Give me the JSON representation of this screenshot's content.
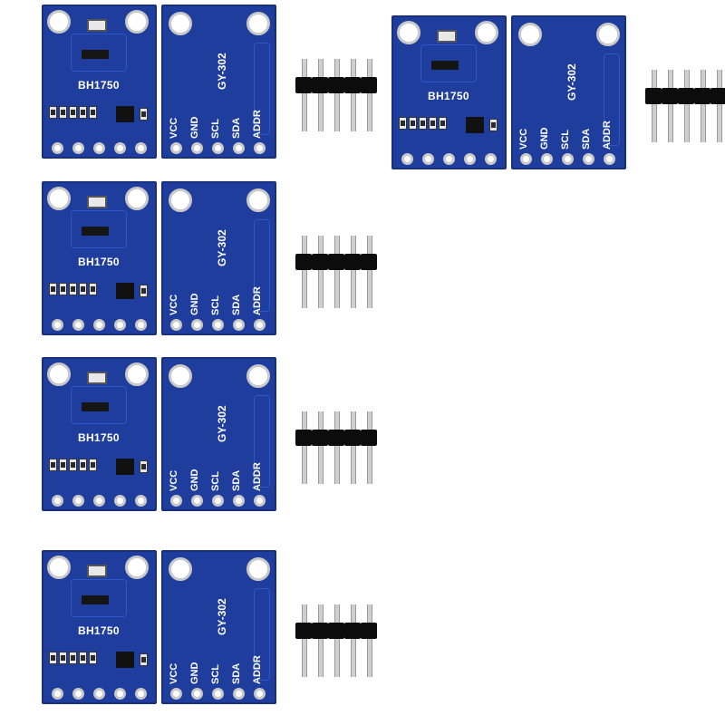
{
  "modules": [
    {
      "chip": "BH1750",
      "model": "GY-302",
      "pins": [
        "VCC",
        "GND",
        "SCL",
        "SDA",
        "ADDR"
      ]
    },
    {
      "chip": "BH1750",
      "model": "GY-302",
      "pins": [
        "VCC",
        "GND",
        "SCL",
        "SDA",
        "ADDR"
      ]
    },
    {
      "chip": "BH1750",
      "model": "GY-302",
      "pins": [
        "VCC",
        "GND",
        "SCL",
        "SDA",
        "ADDR"
      ]
    },
    {
      "chip": "BH1750",
      "model": "GY-302",
      "pins": [
        "VCC",
        "GND",
        "SCL",
        "SDA",
        "ADDR"
      ]
    },
    {
      "chip": "BH1750",
      "model": "GY-302",
      "pins": [
        "VCC",
        "GND",
        "SCL",
        "SDA",
        "ADDR"
      ]
    }
  ],
  "colors": {
    "pcb": "#1f3d9c",
    "background": "#ffffff"
  }
}
